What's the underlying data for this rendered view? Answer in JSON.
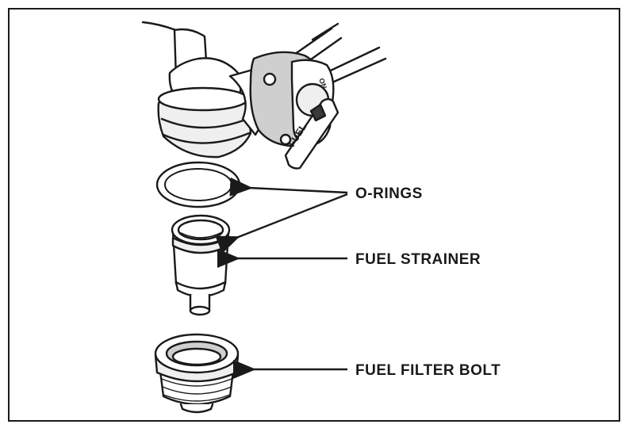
{
  "labels": {
    "o_rings": "O-RINGS",
    "fuel_strainer": "FUEL STRAINER",
    "fuel_filter_bolt": "FUEL FILTER BOLT",
    "valve_fuel": "FUEL",
    "valve_on": "ON"
  },
  "colors": {
    "ink": "#1a1a1a",
    "paper": "#ffffff",
    "shade": "#cfcfcf"
  }
}
